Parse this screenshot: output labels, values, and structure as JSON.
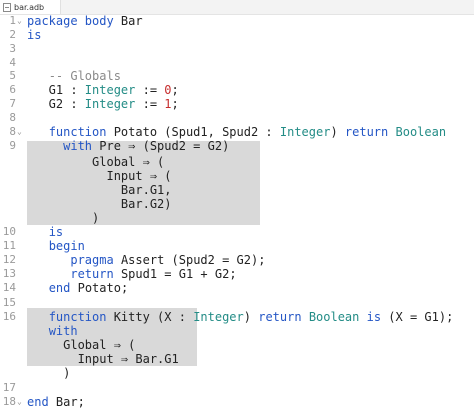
{
  "tab": {
    "filename": "bar.adb"
  },
  "lines": [
    {
      "n": "1",
      "fold": true,
      "tokens": [
        [
          "kw",
          "package body"
        ],
        [
          "pl",
          " Bar"
        ]
      ]
    },
    {
      "n": "2",
      "fold": false,
      "tokens": [
        [
          "kw",
          "is"
        ]
      ]
    },
    {
      "n": "3",
      "fold": false,
      "tokens": []
    },
    {
      "n": "4",
      "fold": false,
      "tokens": []
    },
    {
      "n": "5",
      "fold": false,
      "tokens": [
        [
          "pl",
          "   "
        ],
        [
          "cm",
          "-- Globals"
        ]
      ]
    },
    {
      "n": "6",
      "fold": false,
      "tokens": [
        [
          "pl",
          "   G1 : "
        ],
        [
          "ty",
          "Integer"
        ],
        [
          "pl",
          " := "
        ],
        [
          "nm",
          "0"
        ],
        [
          "pl",
          ";"
        ]
      ]
    },
    {
      "n": "7",
      "fold": false,
      "tokens": [
        [
          "pl",
          "   G2 : "
        ],
        [
          "ty",
          "Integer"
        ],
        [
          "pl",
          " := "
        ],
        [
          "nm",
          "1"
        ],
        [
          "pl",
          ";"
        ]
      ]
    },
    {
      "n": "8",
      "fold": false,
      "tokens": []
    },
    {
      "n": "8",
      "fold": true,
      "tokens": [
        [
          "pl",
          "   "
        ],
        [
          "kw",
          "function"
        ],
        [
          "pl",
          " Potato (Spud1, Spud2 : "
        ],
        [
          "ty",
          "Integer"
        ],
        [
          "pl",
          ") "
        ],
        [
          "kw",
          "return"
        ],
        [
          "pl",
          " "
        ],
        [
          "ty",
          "Boolean"
        ]
      ]
    },
    {
      "n": "9",
      "fold": false,
      "tokens": [
        [
          "pl",
          "     "
        ],
        [
          "kw",
          "with"
        ],
        [
          "pl",
          " Pre ⇒ (Spud2 = G2)"
        ]
      ]
    },
    {
      "n": "",
      "fold": false,
      "tokens": [
        [
          "pl",
          "         Global ⇒ ("
        ]
      ]
    },
    {
      "n": "",
      "fold": false,
      "tokens": [
        [
          "pl",
          "           Input ⇒ ("
        ]
      ]
    },
    {
      "n": "",
      "fold": false,
      "tokens": [
        [
          "pl",
          "             Bar.G1,"
        ]
      ]
    },
    {
      "n": "",
      "fold": false,
      "tokens": [
        [
          "pl",
          "             Bar.G2)"
        ]
      ]
    },
    {
      "n": "",
      "fold": false,
      "tokens": [
        [
          "pl",
          "         )"
        ]
      ]
    },
    {
      "n": "10",
      "fold": false,
      "tokens": [
        [
          "pl",
          "   "
        ],
        [
          "kw",
          "is"
        ]
      ]
    },
    {
      "n": "11",
      "fold": false,
      "tokens": [
        [
          "pl",
          "   "
        ],
        [
          "kw",
          "begin"
        ]
      ]
    },
    {
      "n": "12",
      "fold": false,
      "tokens": [
        [
          "pl",
          "      "
        ],
        [
          "kw",
          "pragma"
        ],
        [
          "pl",
          " Assert (Spud2 = G2);"
        ]
      ]
    },
    {
      "n": "13",
      "fold": false,
      "tokens": [
        [
          "pl",
          "      "
        ],
        [
          "kw",
          "return"
        ],
        [
          "pl",
          " Spud1 = G1 + G2;"
        ]
      ]
    },
    {
      "n": "14",
      "fold": false,
      "tokens": [
        [
          "pl",
          "   "
        ],
        [
          "kw",
          "end"
        ],
        [
          "pl",
          " Potato;"
        ]
      ]
    },
    {
      "n": "15",
      "fold": false,
      "tokens": []
    },
    {
      "n": "16",
      "fold": false,
      "tokens": [
        [
          "pl",
          "   "
        ],
        [
          "kw",
          "function"
        ],
        [
          "pl",
          " Kitty (X : "
        ],
        [
          "ty",
          "Integer"
        ],
        [
          "pl",
          ") "
        ],
        [
          "kw",
          "return"
        ],
        [
          "pl",
          " "
        ],
        [
          "ty",
          "Boolean"
        ],
        [
          "pl",
          " "
        ],
        [
          "kw",
          "is"
        ],
        [
          "pl",
          " (X = G1);"
        ]
      ]
    },
    {
      "n": "",
      "fold": false,
      "tokens": [
        [
          "pl",
          "   "
        ],
        [
          "kw",
          "with"
        ]
      ]
    },
    {
      "n": "",
      "fold": false,
      "tokens": [
        [
          "pl",
          "     Global ⇒ ("
        ]
      ]
    },
    {
      "n": "",
      "fold": false,
      "tokens": [
        [
          "pl",
          "       Input ⇒ Bar.G1"
        ]
      ]
    },
    {
      "n": "",
      "fold": false,
      "tokens": [
        [
          "pl",
          "     )"
        ]
      ]
    },
    {
      "n": "17",
      "fold": false,
      "tokens": []
    },
    {
      "n": "18",
      "fold": true,
      "tokens": [
        [
          "kw",
          "end"
        ],
        [
          "pl",
          " Bar;"
        ]
      ]
    }
  ]
}
